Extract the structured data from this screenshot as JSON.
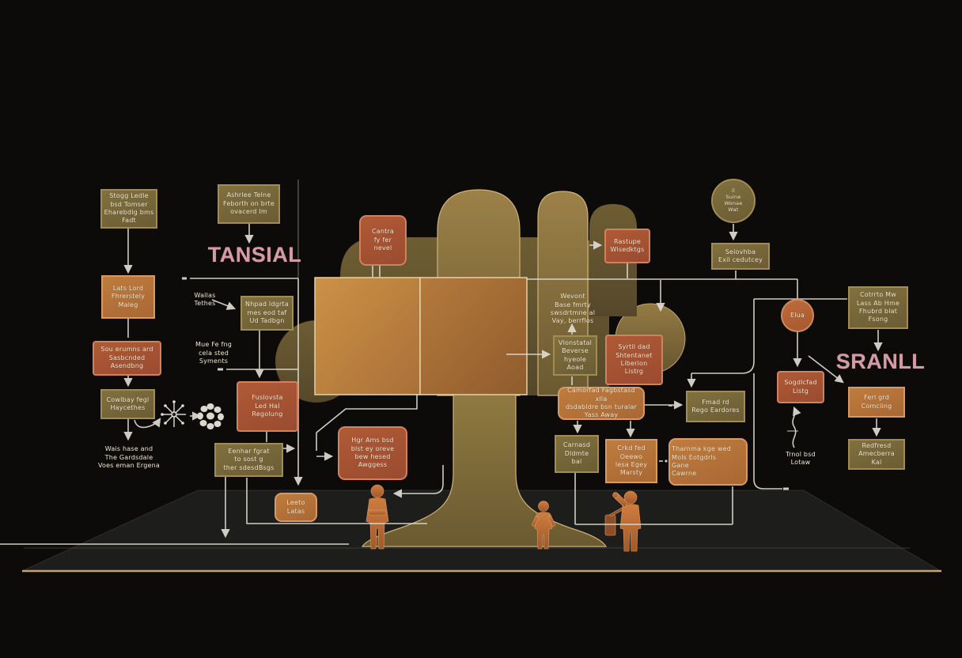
{
  "diagram": {
    "type": "flowchart-illustration",
    "background": "black",
    "headings": {
      "tansial": "TANSIAL",
      "sranll": "SRANLL"
    },
    "nodes": {
      "l1": {
        "text": "Stogg Ledle\nbsd Tomser\nEharebdlg bms\nFadt",
        "shape": "olive-box"
      },
      "l2": {
        "text": "Lats Lord\nFhrerstely\nMaleg",
        "shape": "orange-box"
      },
      "l3": {
        "text": "Sou erumns ard\nSasbcnded\nAsendbng",
        "shape": "red-box"
      },
      "l4": {
        "text": "Cowlbay fegl\nHaycethes",
        "shape": "olive-box"
      },
      "l5": {
        "text": "Wais hase and\nThe Gardsdale\nVoes eman Ergena",
        "shape": "text"
      },
      "c2a": {
        "text": "Ashrlee Telne\nFeborth on brte\novacerd Im",
        "shape": "olive-box"
      },
      "wallas": {
        "text": "Wallas\nTethes",
        "shape": "text"
      },
      "c2b": {
        "text": "Nhpad Idgrta\nmes eod taf\nUd Tadbgn",
        "shape": "olive-box"
      },
      "mue": {
        "text": "Mue Fe fng\ncela sted\nSyments",
        "shape": "text"
      },
      "c2c": {
        "text": "Fuslovsta\nLed Hal\nRegolung",
        "shape": "red-box"
      },
      "c2d": {
        "text": "Eenhar fgrat\nto sost g\nther sdesdBsgs",
        "shape": "olive-box"
      },
      "leeto": {
        "text": "Leeto\nLatas",
        "shape": "orange-box"
      },
      "cantra": {
        "text": "Cantra\nfy fer\nnevel",
        "shape": "red-box"
      },
      "hgr": {
        "text": "Hgr Ams bsd\nblst ey oreve\nbew hesed\nAwggess",
        "shape": "red-box"
      },
      "rastupe": {
        "text": "Rastupe\nWisedktgs",
        "shape": "red-box"
      },
      "wevont": {
        "text": "Wevont\nBase fmrty\nswsdrtmne al\nVay, berrflos",
        "shape": "text"
      },
      "vlon": {
        "text": "Vlonstatal\nBeverse\nhyeole\nAoad",
        "shape": "olive-box"
      },
      "syrtil": {
        "text": "Syrtil dad\nShtentanet\nLiberion\nListrg",
        "shape": "red-box"
      },
      "camorfad": {
        "text": "Camorfad Fagbstasd xlla\ndsdabldre bsn turalar\nYass Away",
        "shape": "orange-box"
      },
      "carnasd": {
        "text": "Carnasd\nDldmte\nbal",
        "shape": "olive-box"
      },
      "crkd": {
        "text": "Crkd fed\nOeewo\nlesa Egey\nMarsty",
        "shape": "orange-box"
      },
      "tharnma": {
        "text": "Tharnma kge wed\nMols Eotgdrls\nGane\nCawrne",
        "shape": "orange-box"
      },
      "fmad": {
        "text": "Fmad rd\nRego Eardores",
        "shape": "olive-box"
      },
      "suine": {
        "text": "il\nSuine\nWonae\nWat",
        "shape": "olive-circle"
      },
      "seiovhba": {
        "text": "Seiovhba\nExil cedutcey",
        "shape": "olive-box"
      },
      "elua": {
        "text": "Elua",
        "shape": "orange-circle"
      },
      "sogdlcfad": {
        "text": "Sogdlcfad\nListg",
        "shape": "red-box"
      },
      "trnol": {
        "text": "Trnol bsd\nLotaw",
        "shape": "text"
      },
      "cotrrto": {
        "text": "Cotrrto Mw\nLass Ab Hme\nFhubrd blat\nFsong",
        "shape": "olive-box"
      },
      "ferl": {
        "text": "Ferl grd\nComcling",
        "shape": "orange-box"
      },
      "redfresd": {
        "text": "Redfresd\nAmecberra\nKal",
        "shape": "olive-box"
      }
    },
    "icons": [
      "dandelion-burst-icon",
      "pebble-cluster-icon",
      "squiggle-arrow-icon",
      "tree-illustration",
      "person-silhouette-adult",
      "person-silhouette-child",
      "person-silhouette-adult-with-bag"
    ],
    "palette": {
      "background": "#0c0b09",
      "olive_box": "#756540",
      "olive_border": "#a18d54",
      "red_box": "#a85333",
      "orange_box": "#b5713a",
      "orange_border": "#d89a64",
      "heading_pink": "#d69aa4",
      "connector_line": "#e0dcd2",
      "ground_line": "#c9a06a",
      "floor": "#1d1d1b",
      "canopy": "#8a7342",
      "trunk": "#7d6a39",
      "figure_orange": "#bd6f38",
      "text_cream": "#f2e8d2"
    }
  }
}
